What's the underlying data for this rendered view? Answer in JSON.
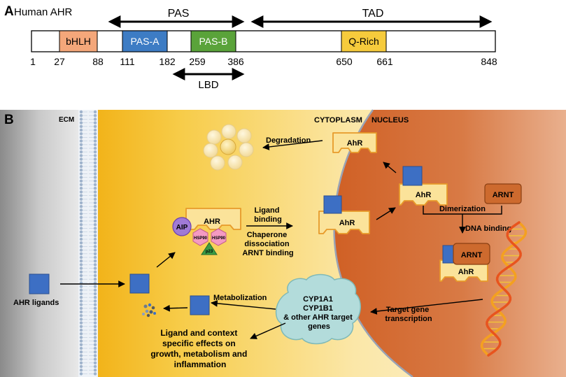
{
  "panel_a": {
    "letter": "A",
    "title": "Human AHR",
    "domains": {
      "bhlh": "bHLH",
      "pas_a": "PAS-A",
      "pas_b": "PAS-B",
      "q_rich": "Q-Rich"
    },
    "ranges": {
      "pas": "PAS",
      "tad": "TAD",
      "lbd": "LBD"
    },
    "positions": [
      "1",
      "27",
      "88",
      "111",
      "182",
      "259",
      "386",
      "650",
      "661",
      "848"
    ],
    "colors": {
      "bhlh": "#f4a77a",
      "pas_a": "#3d7cc4",
      "pas_b": "#5aa33a",
      "q_rich": "#f6cb3c"
    }
  },
  "panel_b": {
    "letter": "B",
    "regions": {
      "ecm": "ECM",
      "cytoplasm": "CYTOPLASM",
      "nucleus": "NUCLEUS"
    },
    "labels": {
      "ahr_ligands": "AHR ligands",
      "aip": "AIP",
      "ahr_complex": "AHR",
      "hsp90_left": "HSP90",
      "hsp90_right": "HSP90",
      "p23": "p23",
      "ligand_binding": [
        "Ligand",
        "binding"
      ],
      "chaperone": [
        "Chaperone",
        "dissociation",
        "ARNT binding"
      ],
      "ahr_bound": "AhR",
      "degradation": "Degradation",
      "ahr_degrading": "AhR",
      "ahr_nuclear": "AhR",
      "arnt_free": "ARNT",
      "dimerization": "Dimerization",
      "dna_binding": "DNA binding",
      "arnt_dimer": "ARNT",
      "ahr_dimer": "AhR",
      "target_genes": [
        "CYP1A1",
        "CYP1B1",
        "& other AHR target",
        "genes"
      ],
      "target_transcription": [
        "Target gene",
        "transcription"
      ],
      "metabolization": "Metabolization",
      "effects": [
        "Ligand and context",
        "specific effects on",
        "growth, metabolism and",
        "inflammation"
      ]
    },
    "colors": {
      "ligand": "#3d6fc4",
      "ahr_body": "#fbe39a",
      "ahr_border": "#e79a2a",
      "arnt": "#cd6a2e",
      "hsp90": "#f49ac2",
      "p23": "#3a9b45",
      "aip": "#a07ad6",
      "cyp": "#b3dcdb",
      "nucleus": "#d2692d"
    }
  }
}
